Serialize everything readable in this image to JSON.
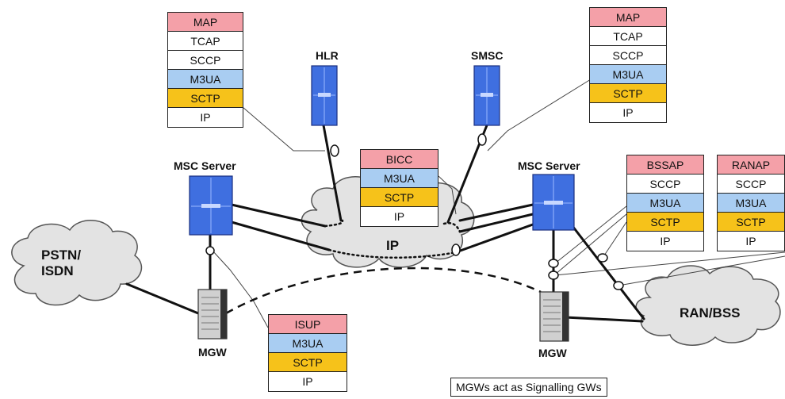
{
  "colors": {
    "application": "#f4a0a8",
    "m3ua": "#a9cdf2",
    "sctp": "#f6c21a",
    "plain": "#ffffff",
    "cloud": "#e3e3e3",
    "server": "#3f6fe0"
  },
  "nodes": {
    "hlr": "HLR",
    "smsc": "SMSC",
    "msc_left": "MSC Server",
    "msc_right": "MSC Server",
    "mgw_left": "MGW",
    "mgw_right": "MGW"
  },
  "clouds": {
    "pstn": "PSTN/\nISDN",
    "ip": "IP",
    "ran": "RAN/BSS"
  },
  "stacks": {
    "hlr_stack": [
      "MAP",
      "TCAP",
      "SCCP",
      "M3UA",
      "SCTP",
      "IP"
    ],
    "smsc_stack": [
      "MAP",
      "TCAP",
      "SCCP",
      "M3UA",
      "SCTP",
      "IP"
    ],
    "bicc_stack": [
      "BICC",
      "M3UA",
      "SCTP",
      "IP"
    ],
    "bssap_stack": [
      "BSSAP",
      "SCCP",
      "M3UA",
      "SCTP",
      "IP"
    ],
    "ranap_stack": [
      "RANAP",
      "SCCP",
      "M3UA",
      "SCTP",
      "IP"
    ],
    "isup_stack": [
      "ISUP",
      "M3UA",
      "SCTP",
      "IP"
    ]
  },
  "note": "MGWs act as Signalling GWs"
}
